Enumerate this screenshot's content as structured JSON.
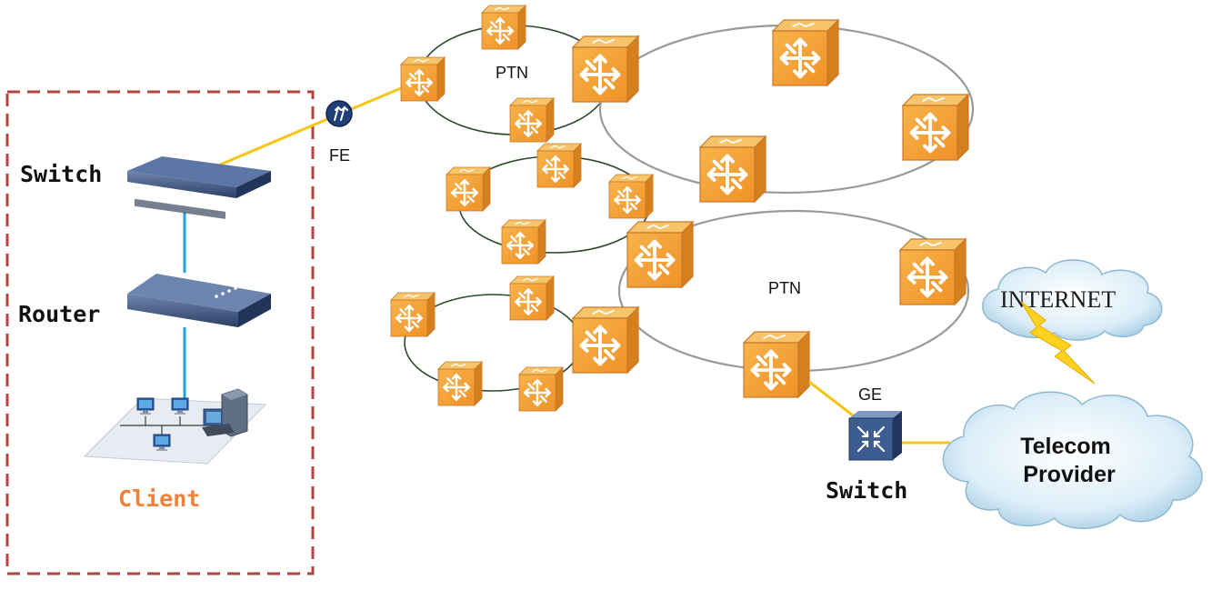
{
  "client": {
    "label": "Client",
    "switch_label": "Switch",
    "router_label": "Router"
  },
  "links": {
    "fe_label": "FE",
    "ge_label": "GE"
  },
  "networks": {
    "ptn_top_label": "PTN",
    "ptn_bottom_label": "PTN"
  },
  "provider": {
    "switch_label": "Switch",
    "internet_label": "INTERNET",
    "telecom_line1": "Telecom",
    "telecom_line2": "Provider"
  },
  "colors": {
    "client_border": "#b5443f",
    "client_label": "#f0823a",
    "uplink": "#f5c518",
    "lan_link": "#1ea6dc",
    "ring_dark": "#2f4a2f",
    "ring_gray": "#9a9a9a",
    "node_face": "#f3a23a",
    "node_top": "#f7bd5c",
    "node_side": "#d9862a",
    "cloud": "#d7ecf7",
    "bolt": "#ffd21f"
  }
}
